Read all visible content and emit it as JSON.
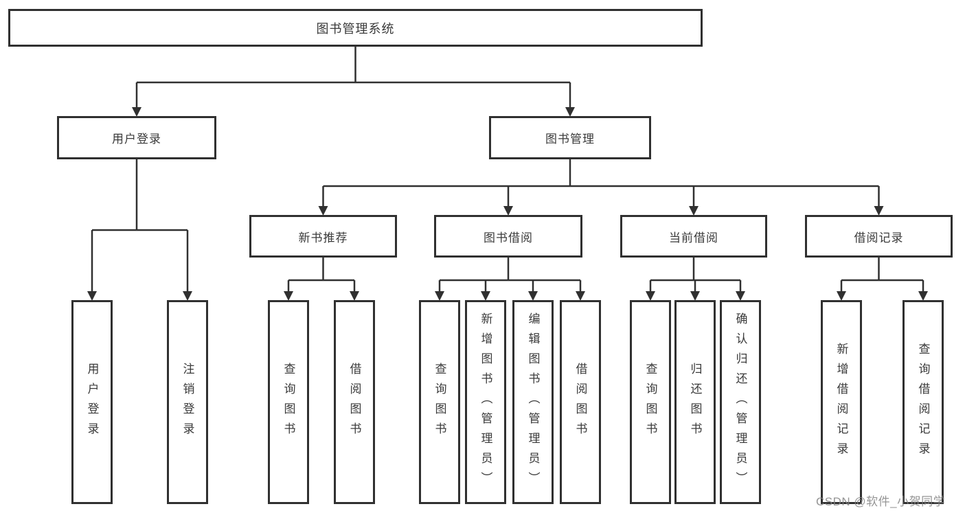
{
  "diagram": {
    "root": {
      "label": "图书管理系统"
    },
    "branches": {
      "user_login": {
        "label": "用户登录",
        "children": [
          {
            "label": "用户登录"
          },
          {
            "label": "注销登录"
          }
        ]
      },
      "book_management": {
        "label": "图书管理",
        "sections": [
          {
            "label": "新书推荐",
            "children": [
              {
                "label": "查询图书"
              },
              {
                "label": "借阅图书"
              }
            ]
          },
          {
            "label": "图书借阅",
            "children": [
              {
                "label": "查询图书"
              },
              {
                "label": "新增图书（管理员）"
              },
              {
                "label": "编辑图书（管理员）"
              },
              {
                "label": "借阅图书"
              }
            ]
          },
          {
            "label": "当前借阅",
            "children": [
              {
                "label": "查询图书"
              },
              {
                "label": "归还图书"
              },
              {
                "label": "确认归还（管理员）"
              }
            ]
          },
          {
            "label": "借阅记录",
            "children": [
              {
                "label": "新增借阅记录"
              },
              {
                "label": "查询借阅记录"
              }
            ]
          }
        ]
      }
    }
  },
  "watermark": {
    "text": "CSDN @软件_小贺同学"
  },
  "colors": {
    "line": "#303030",
    "text": "#3a3a3a",
    "background": "#ffffff",
    "watermark": "#828282"
  }
}
